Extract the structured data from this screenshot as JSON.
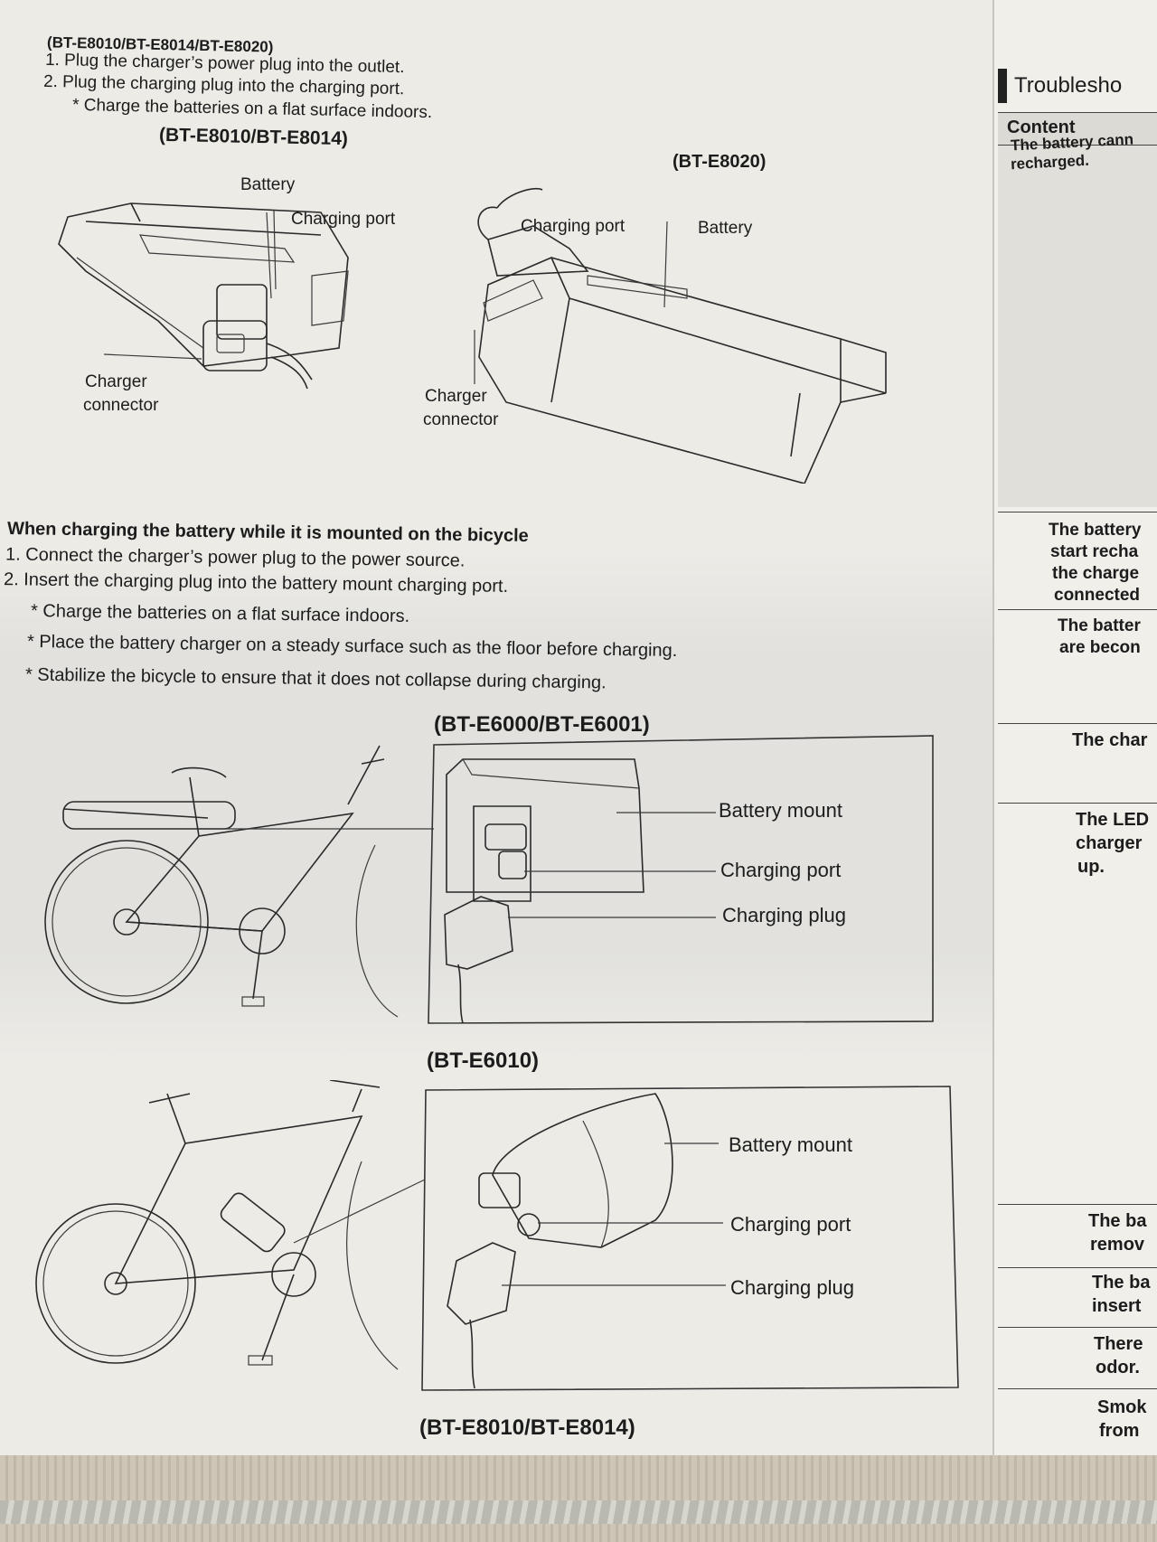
{
  "section1": {
    "heading": "(BT-E8010/BT-E8014/BT-E8020)",
    "step1": "1. Plug the charger’s power plug into the outlet.",
    "step2": "2. Plug the charging plug into the charging port.",
    "note": "* Charge the batteries on a flat surface indoors."
  },
  "fig1": {
    "title": "(BT-E8010/BT-E8014)",
    "battery": "Battery",
    "charging_port": "Charging port",
    "charger_line1": "Charger",
    "charger_line2": "connector"
  },
  "fig2": {
    "title": "(BT-E8020)",
    "charging_port": "Charging port",
    "battery": "Battery",
    "charger_line1": "Charger",
    "charger_line2": "connector"
  },
  "section2": {
    "heading": "When charging the battery while it is mounted on the bicycle",
    "step1": "1. Connect the charger’s power plug to the power source.",
    "step2": "2. Insert the charging plug into the battery mount charging port.",
    "note1": "* Charge the batteries on a flat surface indoors.",
    "note2": "* Place the battery charger on a steady surface such as the floor before charging.",
    "note3": "* Stabilize the bicycle to ensure that it does not collapse during charging."
  },
  "fig3": {
    "title": "(BT-E6000/BT-E6001)",
    "battery_mount": "Battery mount",
    "charging_port": "Charging port",
    "charging_plug": "Charging plug"
  },
  "fig4": {
    "title": "(BT-E6010)",
    "battery_mount": "Battery mount",
    "charging_port": "Charging port",
    "charging_plug": "Charging plug"
  },
  "fig5": {
    "title": "(BT-E8010/BT-E8014)"
  },
  "side": {
    "header": "Troublesho",
    "content_label": "Content",
    "row1_line1": "The battery cann",
    "row1_line2": "recharged.",
    "row2_line1": "The battery",
    "row2_line2": "start recha",
    "row2_line3": "the charge",
    "row2_line4": "connected",
    "row3_line1": "The batter",
    "row3_line2": "are becon",
    "row4_line1": "The char",
    "row5_line1": "The LED",
    "row5_line2": "charger",
    "row5_line3": "up.",
    "row6_line1": "The ba",
    "row6_line2": "remov",
    "row7_line1": "The ba",
    "row7_line2": "insert",
    "row8_line1": "There",
    "row8_line2": "odor.",
    "row9_line1": "Smok",
    "row9_line2": "from"
  }
}
